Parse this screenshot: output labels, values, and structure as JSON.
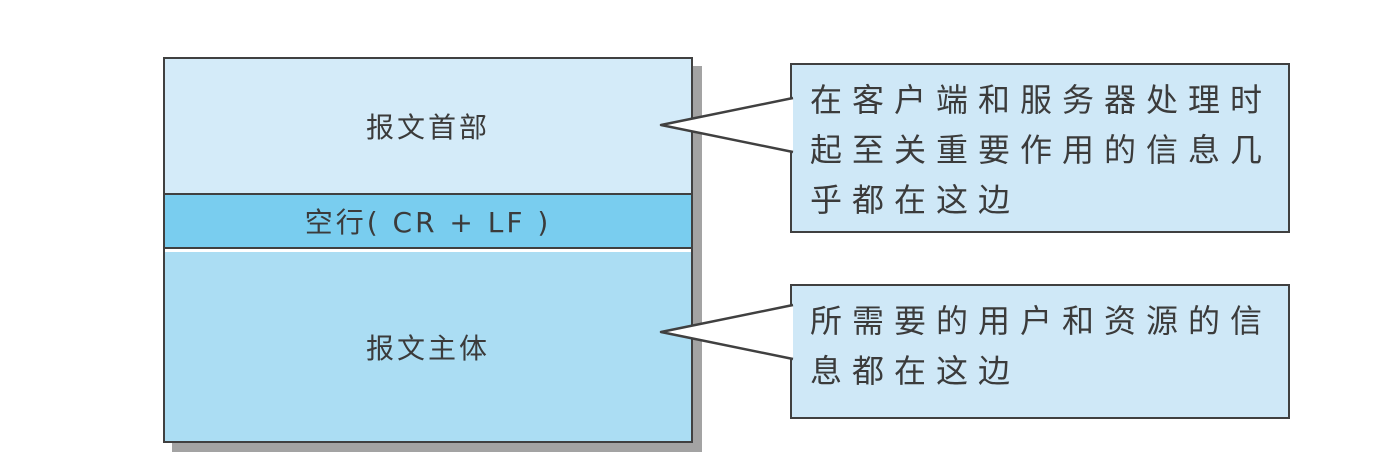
{
  "diagram": {
    "main_box": {
      "sections": [
        {
          "id": "header",
          "label": "报文首部"
        },
        {
          "id": "blank-line",
          "label": "空行( CR + LF )"
        },
        {
          "id": "body",
          "label": "报文主体"
        }
      ]
    },
    "callouts": [
      {
        "target": "header",
        "text": "在客户端和服务器处理时起至关重要作用的信息几乎都在这边"
      },
      {
        "target": "body",
        "text": "所需要的用户和资源的信息都在这边"
      }
    ],
    "colors": {
      "header-fill": "#d4ebf9",
      "blank-line-fill": "#79cdef",
      "body-fill": "#abddf3",
      "callout-fill": "#cfe8f7",
      "line": "#404040",
      "shadow": "#a3a3a3",
      "text": "#3b3b3b"
    }
  }
}
